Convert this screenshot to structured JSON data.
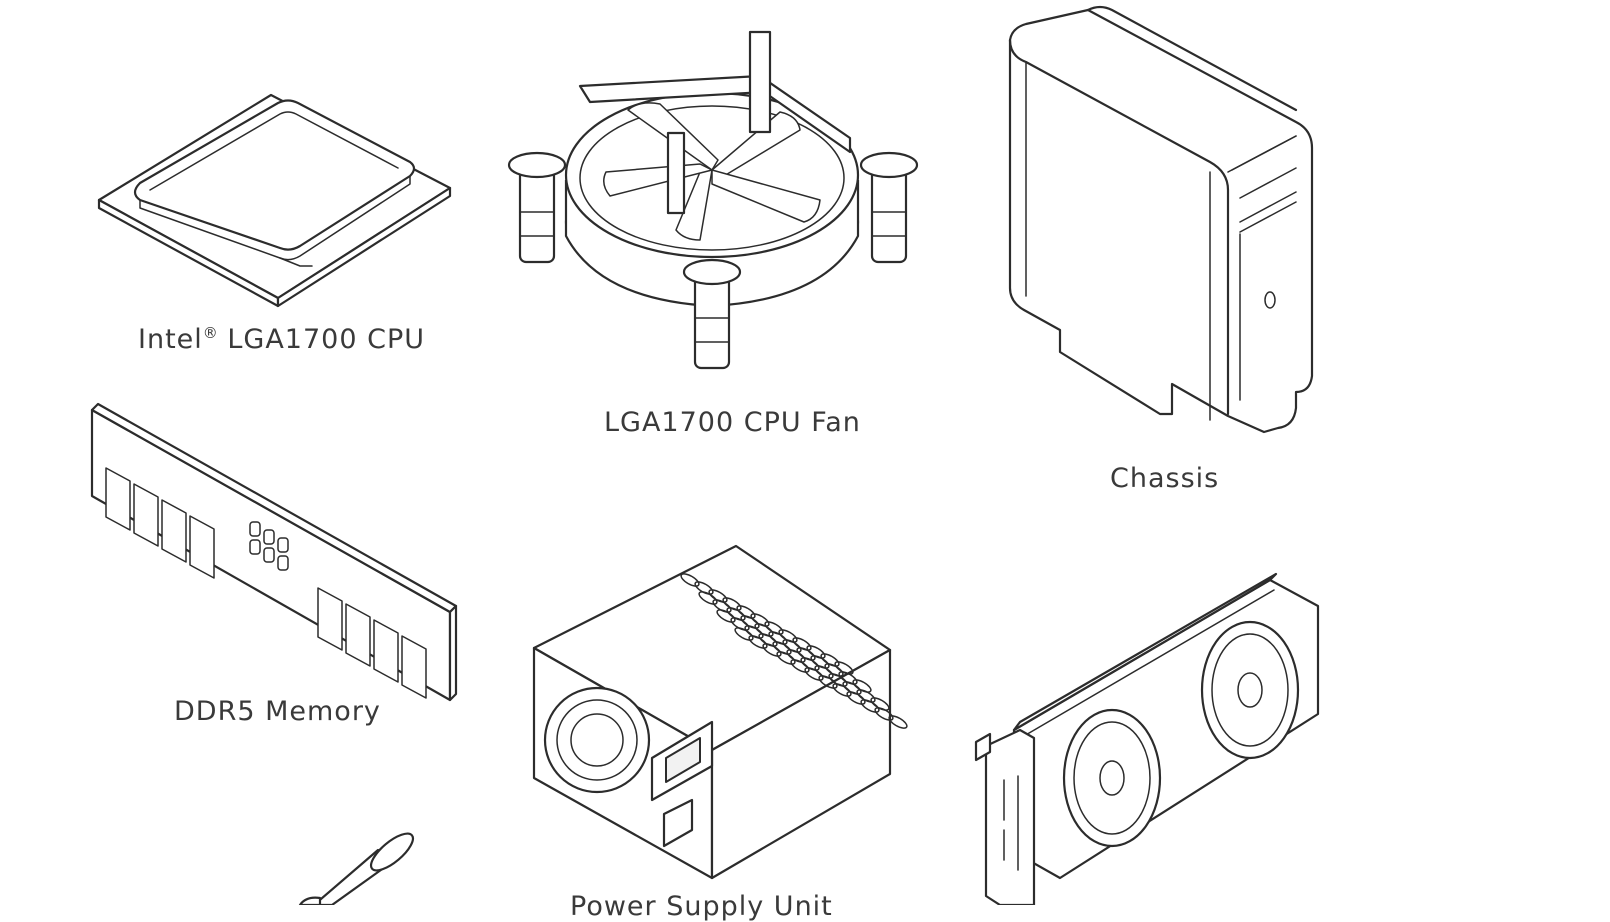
{
  "components": {
    "cpu": {
      "name": "Intel",
      "mark": "®",
      "suffix": " LGA1700 CPU"
    },
    "cpu_fan": {
      "label": "LGA1700 CPU Fan"
    },
    "chassis": {
      "label": "Chassis"
    },
    "memory": {
      "label": "DDR5 Memory"
    },
    "psu": {
      "label": "Power Supply Unit"
    }
  }
}
